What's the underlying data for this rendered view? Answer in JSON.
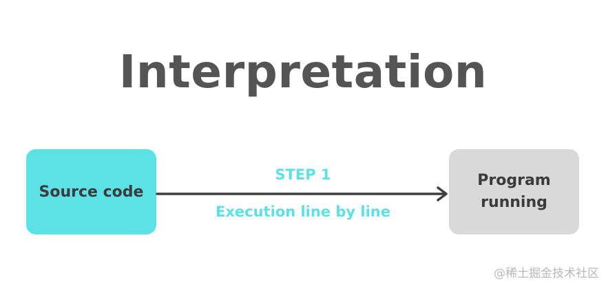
{
  "diagram": {
    "title": "Interpretation",
    "source_box": {
      "label": "Source code",
      "color": "#5ce1e6"
    },
    "target_box": {
      "label_line1": "Program",
      "label_line2": "running",
      "color": "#d9d9d9"
    },
    "step": {
      "title": "STEP 1",
      "description": "Execution line by line",
      "color": "#5ce1e6"
    },
    "arrow": {
      "color": "#3f3f3f"
    }
  },
  "watermark": "@稀土掘金技术社区"
}
